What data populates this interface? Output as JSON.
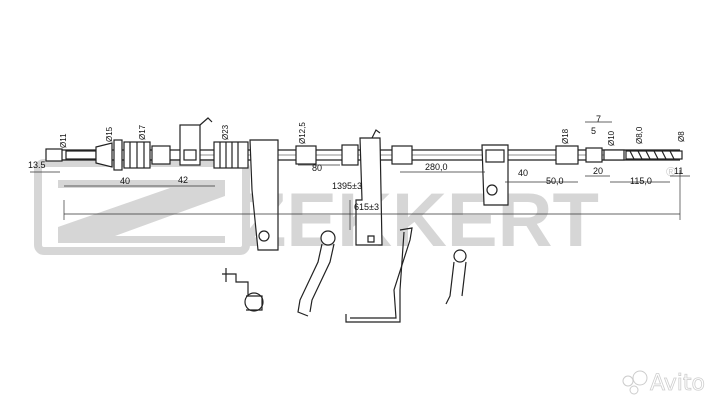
{
  "watermark": {
    "brand": "ZEKKERT",
    "registered": "®",
    "marketplace": "Avito",
    "color": "#d6d6d6"
  },
  "dimensions": {
    "horizontal": {
      "d13_5": "13.5",
      "d40a": "40",
      "d42": "42",
      "d80": "80",
      "d1395": "1395±3",
      "d280": "280,0",
      "d40b": "40",
      "d50": "50,0",
      "d20": "20",
      "d115": "115,0",
      "d11": "11",
      "d7": "7",
      "d5": "5",
      "d615": "615±3"
    },
    "diameters": {
      "o11": "Ø11",
      "o15": "Ø15",
      "o17": "Ø17",
      "o23": "Ø23",
      "o12_5": "Ø12,5",
      "o18": "Ø18",
      "o10": "Ø10",
      "o8_0": "Ø8,0",
      "o8": "Ø8"
    }
  }
}
